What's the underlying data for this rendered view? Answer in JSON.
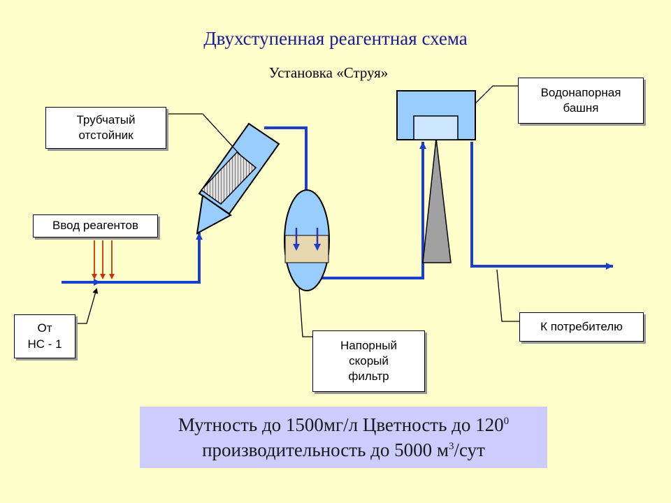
{
  "title": "Двухступенная реагентная схема",
  "subtitle": "Установка «Струя»",
  "labels": {
    "settler": "Трубчатый\nотстойник",
    "reagents": "Ввод реагентов",
    "source": "От\nНС - 1",
    "filter": "Напорный\nскорый\nфильтр",
    "tower": "Водонапорная\nбашня",
    "consumer": "К потребителю"
  },
  "footer": {
    "line1_main": "Мутность до 1500мг/л Цветность до 120",
    "line1_sup": "0",
    "line2_main": "производительность до 5000 м",
    "line2_sup": "3",
    "line2_tail": "/сут"
  },
  "colors": {
    "background": "#FFFFCC",
    "title": "#1A1A99",
    "pipe": "#1A3FCC",
    "vessel": "#99CCFF",
    "reagent_arrow": "#CC3300",
    "filter_media": "#E8D8B0",
    "tower_stand": "#A0A0A0",
    "footer_bg": "#CCCCFF"
  }
}
